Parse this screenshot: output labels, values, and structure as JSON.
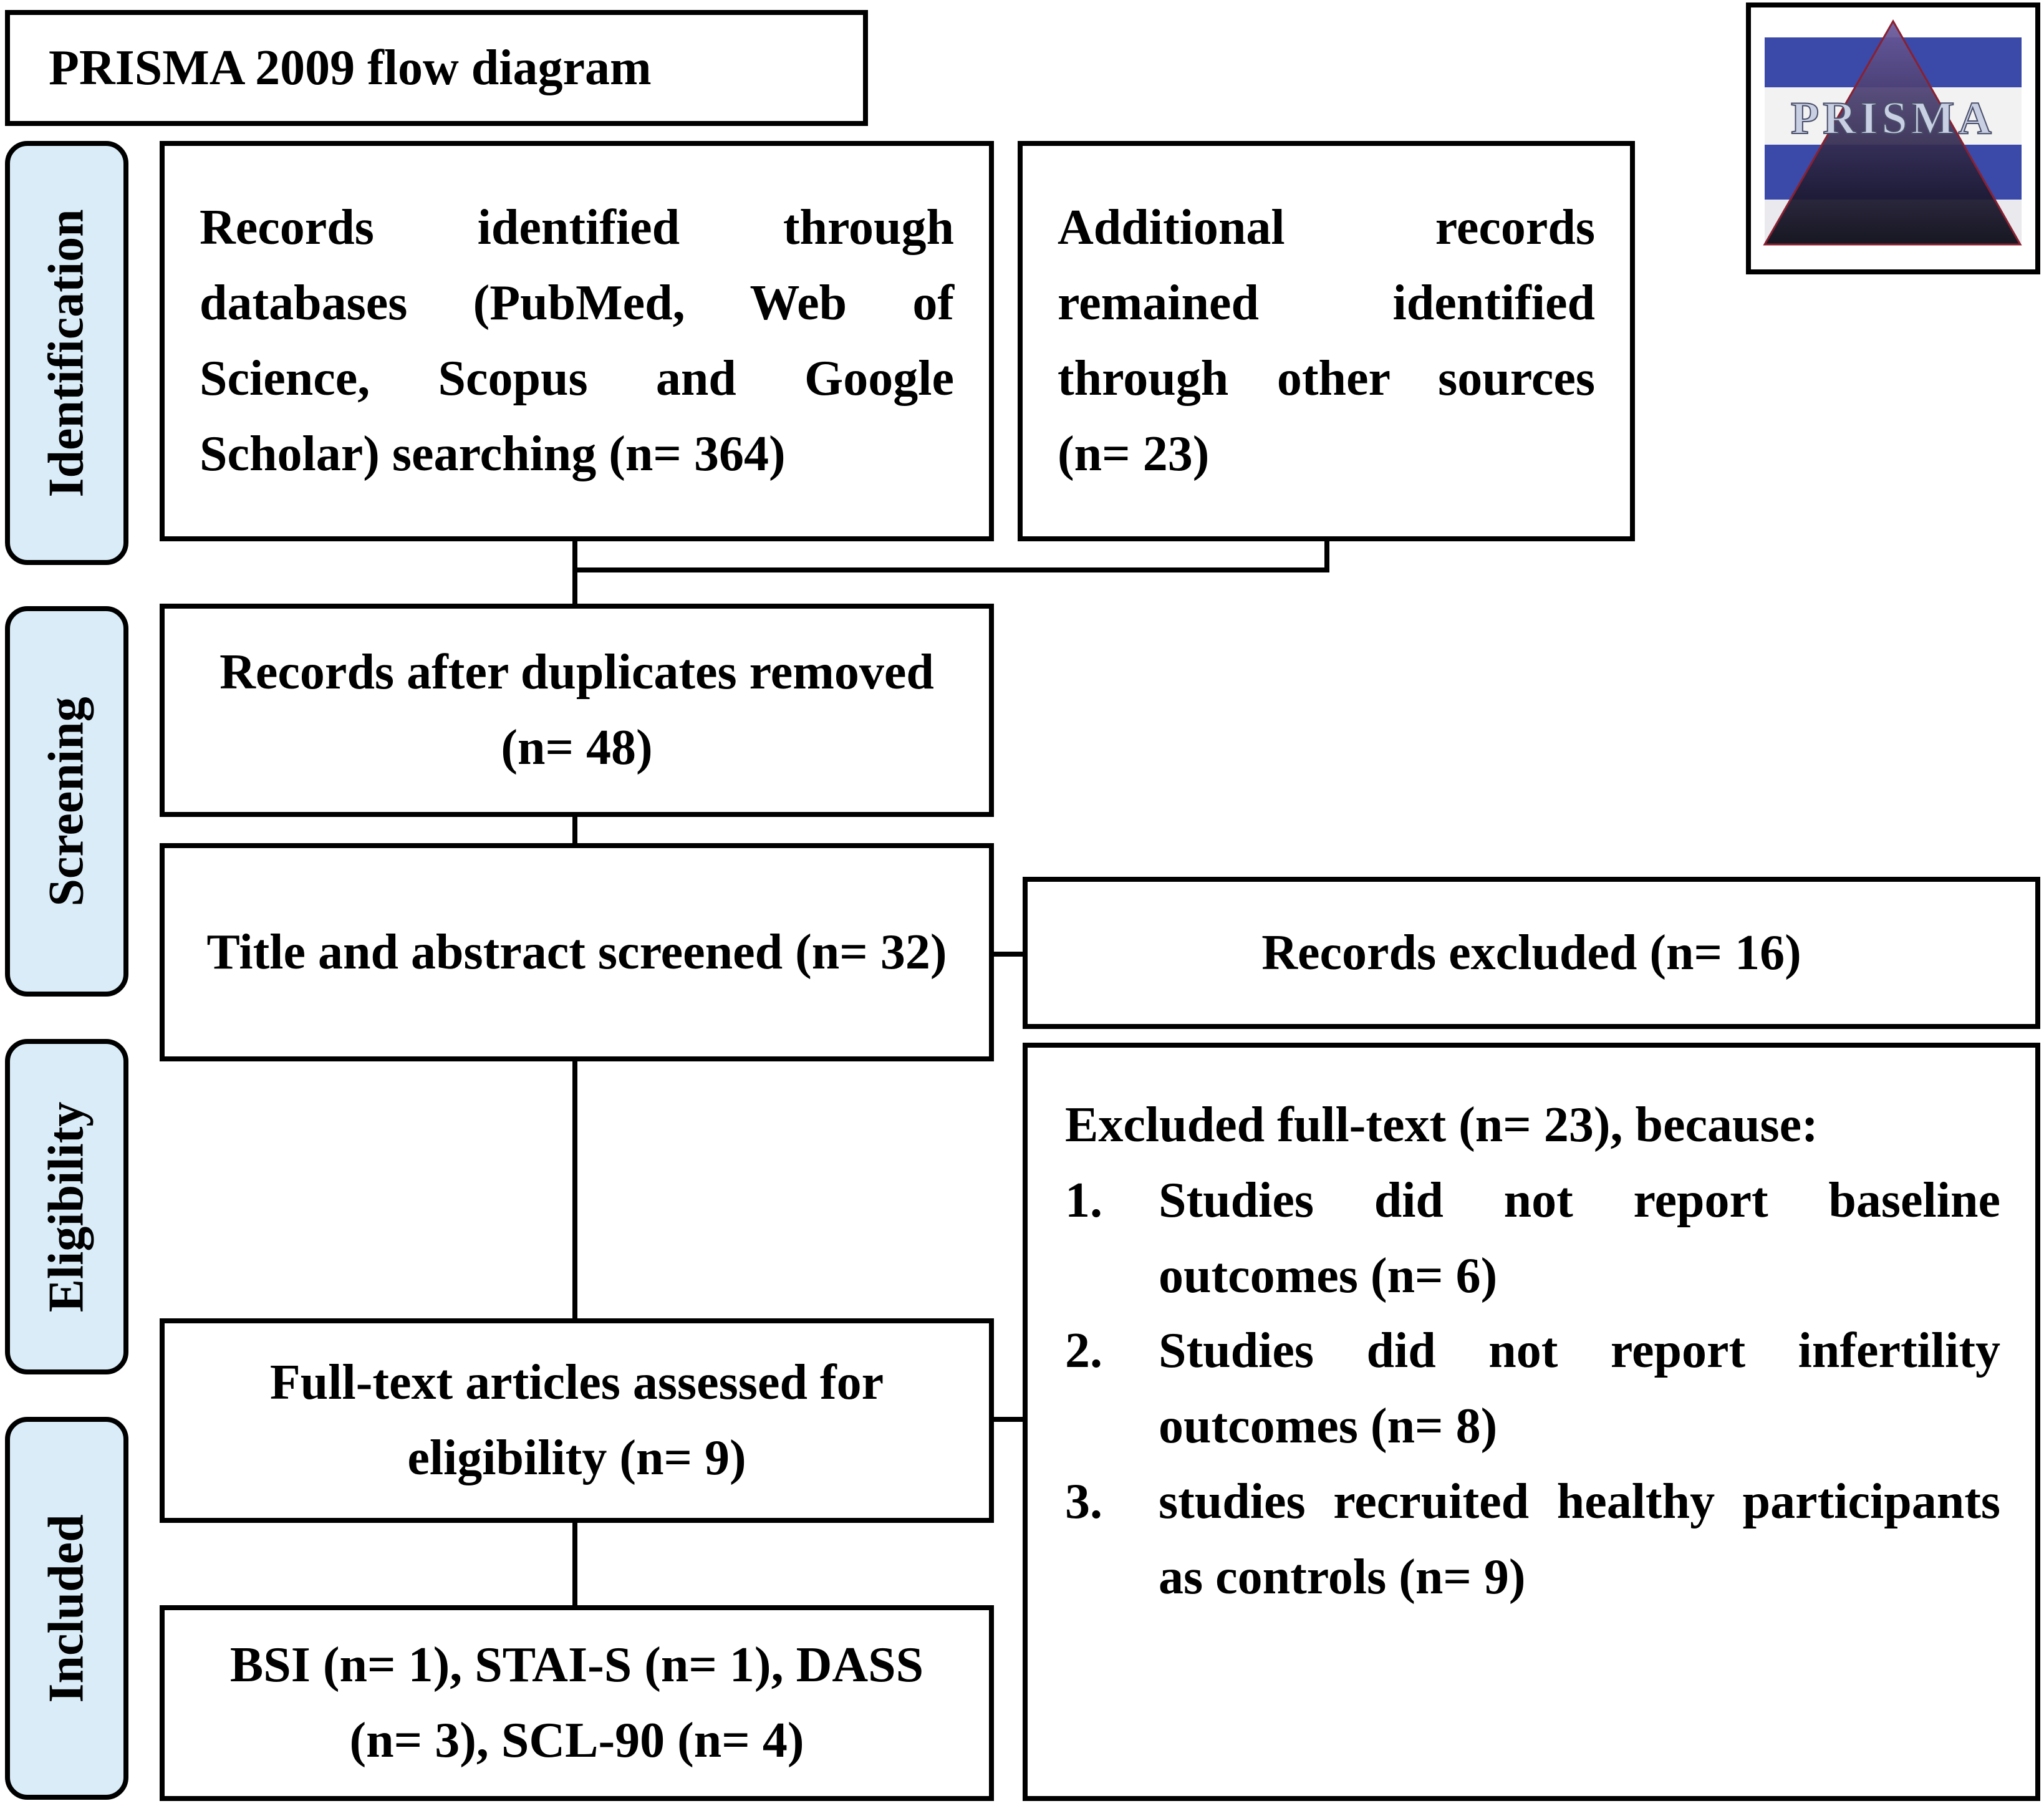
{
  "title": "PRISMA 2009 flow diagram",
  "logo": {
    "text": "PRISMA"
  },
  "stages": [
    "Identification",
    "Screening",
    "Eligibility",
    "Included"
  ],
  "boxes": {
    "databases": "Records identified through databases (PubMed, Web of Science, Scopus and Google Scholar) searching (n= 364)",
    "other_sources": "Additional records remained identified through other sources (n= 23)",
    "duplicates_removed": "Records after duplicates removed (n= 48)",
    "screened": "Title and abstract screened (n= 32)",
    "records_excluded": "Records excluded (n= 16)",
    "full_text": "Full-text articles assessed for eligibility (n= 9)",
    "included": "BSI (n= 1), STAI-S (n= 1), DASS (n= 3), SCL-90 (n= 4)"
  },
  "exclusions": {
    "intro": "Excluded full-text (n= 23), because:",
    "reasons": [
      {
        "num": "1.",
        "text": "Studies did not report baseline outcomes (n= 6)"
      },
      {
        "num": "2.",
        "text": "Studies did not report infertility outcomes (n= 8)"
      },
      {
        "num": "3.",
        "text": "studies recruited healthy participants as controls (n= 9)"
      }
    ]
  },
  "colors": {
    "stage_fill": "#d9ecf8",
    "border": "#000000",
    "logo_band": "#3b4aa8"
  }
}
